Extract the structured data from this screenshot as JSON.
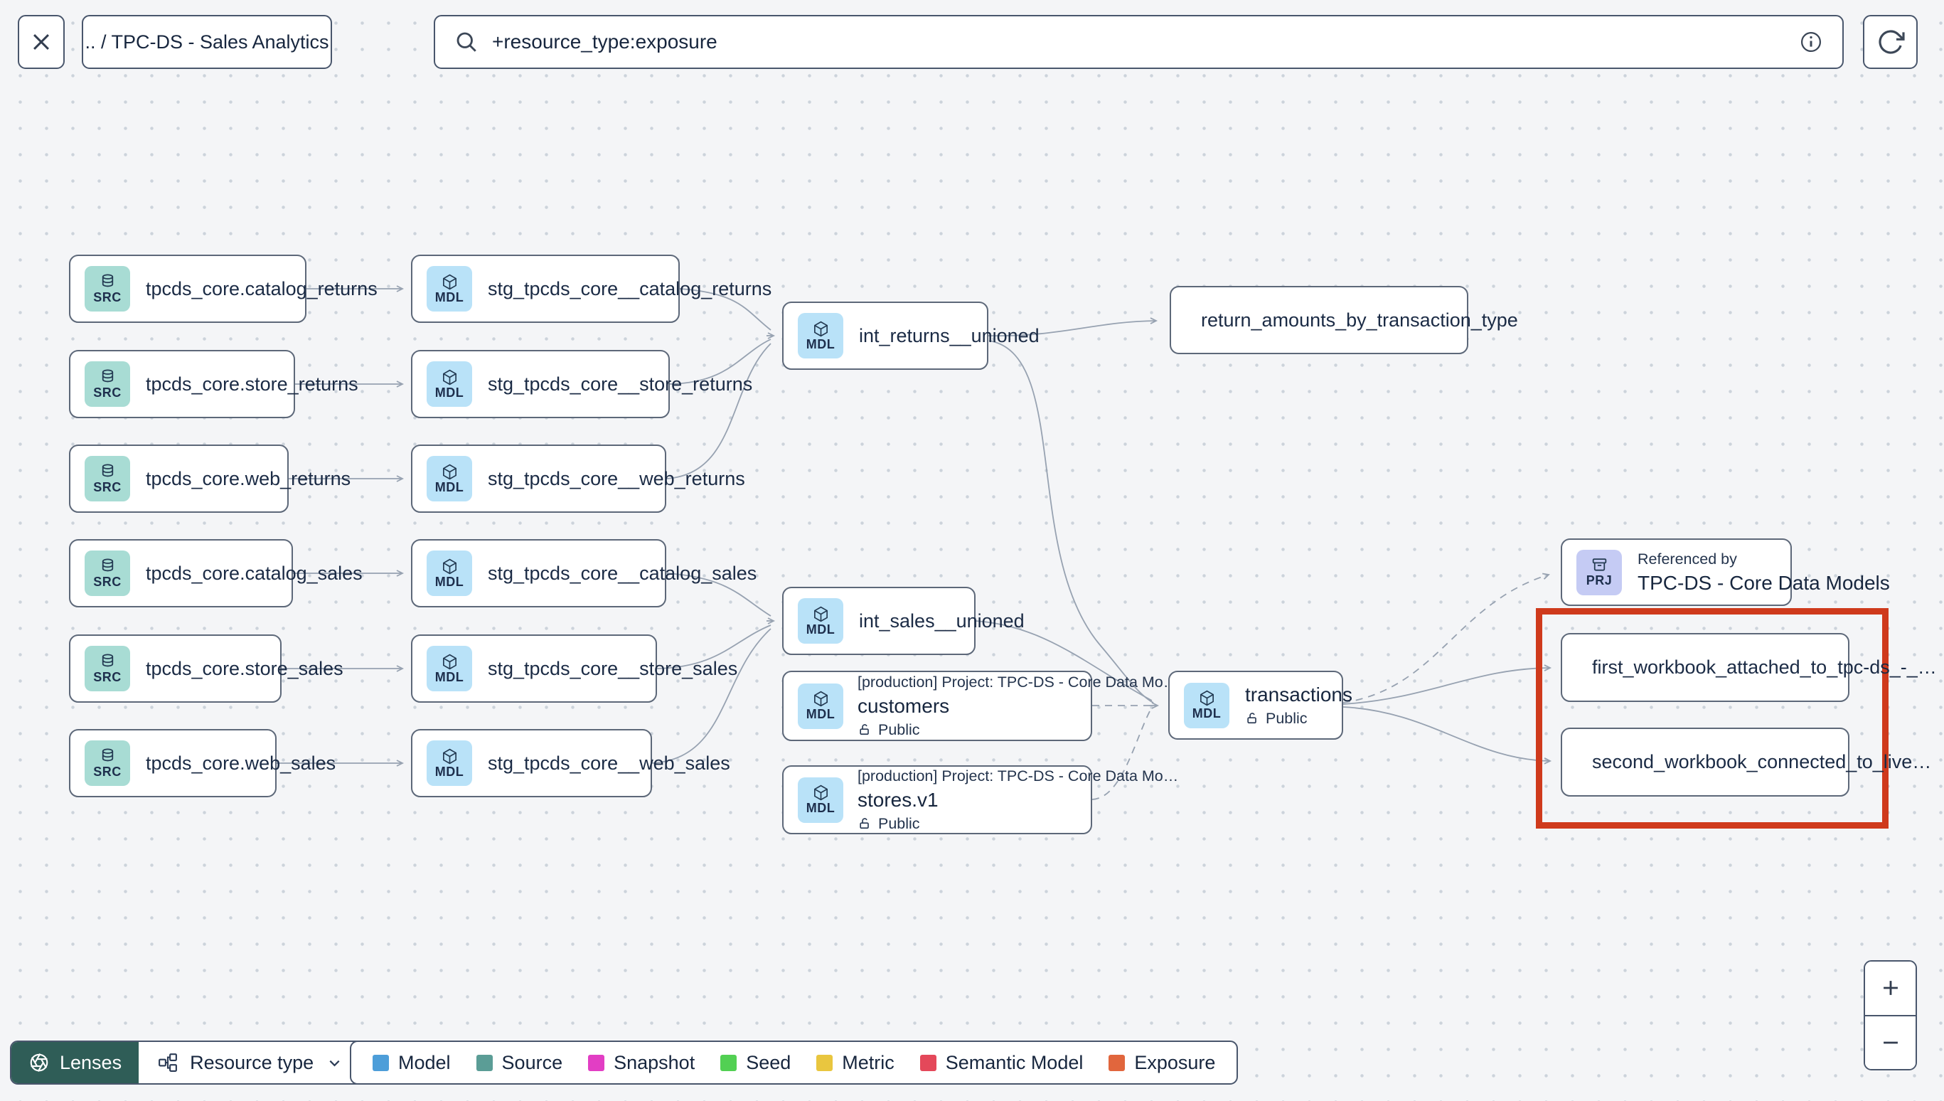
{
  "toolbar": {
    "breadcrumb": ".. / TPC-DS - Sales Analytics",
    "search": {
      "value": "+resource_type:exposure"
    }
  },
  "graph": {
    "badges": {
      "source": "SRC",
      "model": "MDL",
      "project": "PRJ"
    },
    "sources": [
      {
        "label": "tpcds_core.catalog_returns"
      },
      {
        "label": "tpcds_core.store_returns"
      },
      {
        "label": "tpcds_core.web_returns"
      },
      {
        "label": "tpcds_core.catalog_sales"
      },
      {
        "label": "tpcds_core.store_sales"
      },
      {
        "label": "tpcds_core.web_sales"
      }
    ],
    "staging": [
      {
        "label": "stg_tpcds_core__catalog_returns"
      },
      {
        "label": "stg_tpcds_core__store_returns"
      },
      {
        "label": "stg_tpcds_core__web_returns"
      },
      {
        "label": "stg_tpcds_core__catalog_sales"
      },
      {
        "label": "stg_tpcds_core__store_sales"
      },
      {
        "label": "stg_tpcds_core__web_sales"
      }
    ],
    "intermediate": [
      {
        "label": "int_returns__unioned"
      },
      {
        "label": "int_sales__unioned"
      }
    ],
    "exposure_top": {
      "label": "return_amounts_by_transaction_type"
    },
    "public_models": [
      {
        "project": "[production] Project: TPC-DS - Core Data Mo…",
        "name": "customers",
        "access": "Public"
      },
      {
        "project": "[production] Project: TPC-DS - Core Data Mo…",
        "name": "stores.v1",
        "access": "Public"
      }
    ],
    "transactions": {
      "name": "transactions",
      "access": "Public"
    },
    "referenced_by": {
      "title": "Referenced by",
      "name": "TPC-DS - Core Data Models"
    },
    "workbooks": [
      {
        "label": "first_workbook_attached_to_tpc-ds_-_…"
      },
      {
        "label": "second_workbook_connected_to_live…"
      }
    ],
    "highlight_color": "#cf3a1c"
  },
  "legend": {
    "items": [
      {
        "label": "Model",
        "color": "#4d9ed9"
      },
      {
        "label": "Source",
        "color": "#5b9d96"
      },
      {
        "label": "Snapshot",
        "color": "#e23ec4"
      },
      {
        "label": "Seed",
        "color": "#52d053"
      },
      {
        "label": "Metric",
        "color": "#e9c63f"
      },
      {
        "label": "Semantic Model",
        "color": "#e4485a"
      },
      {
        "label": "Exposure",
        "color": "#e1663d"
      }
    ]
  },
  "footer": {
    "lenses": "Lenses",
    "resource_type": "Resource type"
  },
  "zoom_controls": {
    "zoom_in": "+",
    "zoom_out": "−"
  }
}
